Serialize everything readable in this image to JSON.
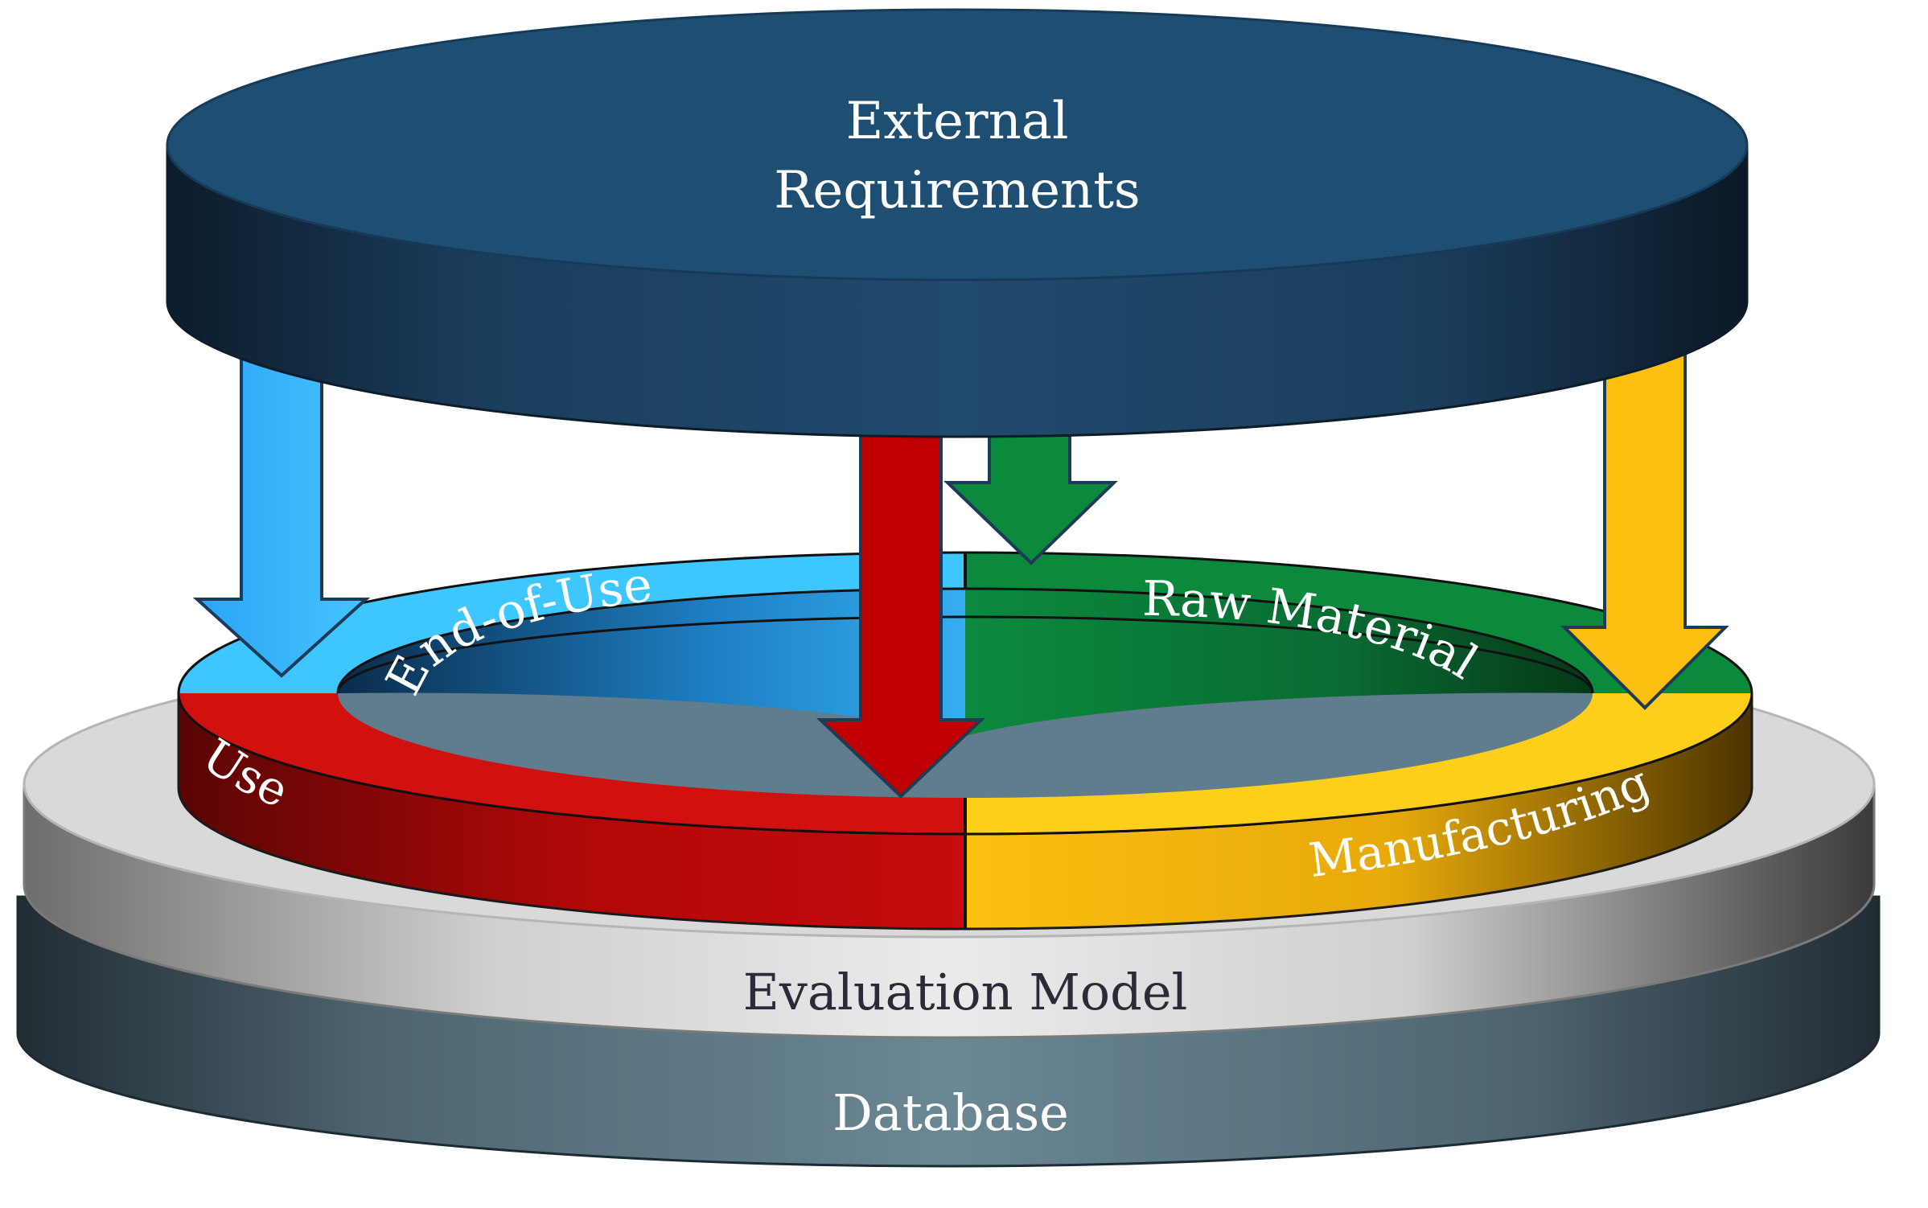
{
  "external_requirements": {
    "line1": "External",
    "line2": "Requirements",
    "color": "#1f4e73"
  },
  "database": {
    "label": "Database",
    "color": "#5f7d8c"
  },
  "evaluation_model": {
    "label": "Evaluation Model",
    "color": "#d9d9d9"
  },
  "phases": [
    {
      "id": "end-of-use",
      "label": "End-of-Use",
      "color": "#33aef0"
    },
    {
      "id": "raw-material",
      "label": "Raw Material",
      "color": "#0b8a3e"
    },
    {
      "id": "use",
      "label": "Use",
      "color": "#c60c0c"
    },
    {
      "id": "manufacturing",
      "label": "Manufacturing",
      "color": "#fbbf10"
    }
  ]
}
